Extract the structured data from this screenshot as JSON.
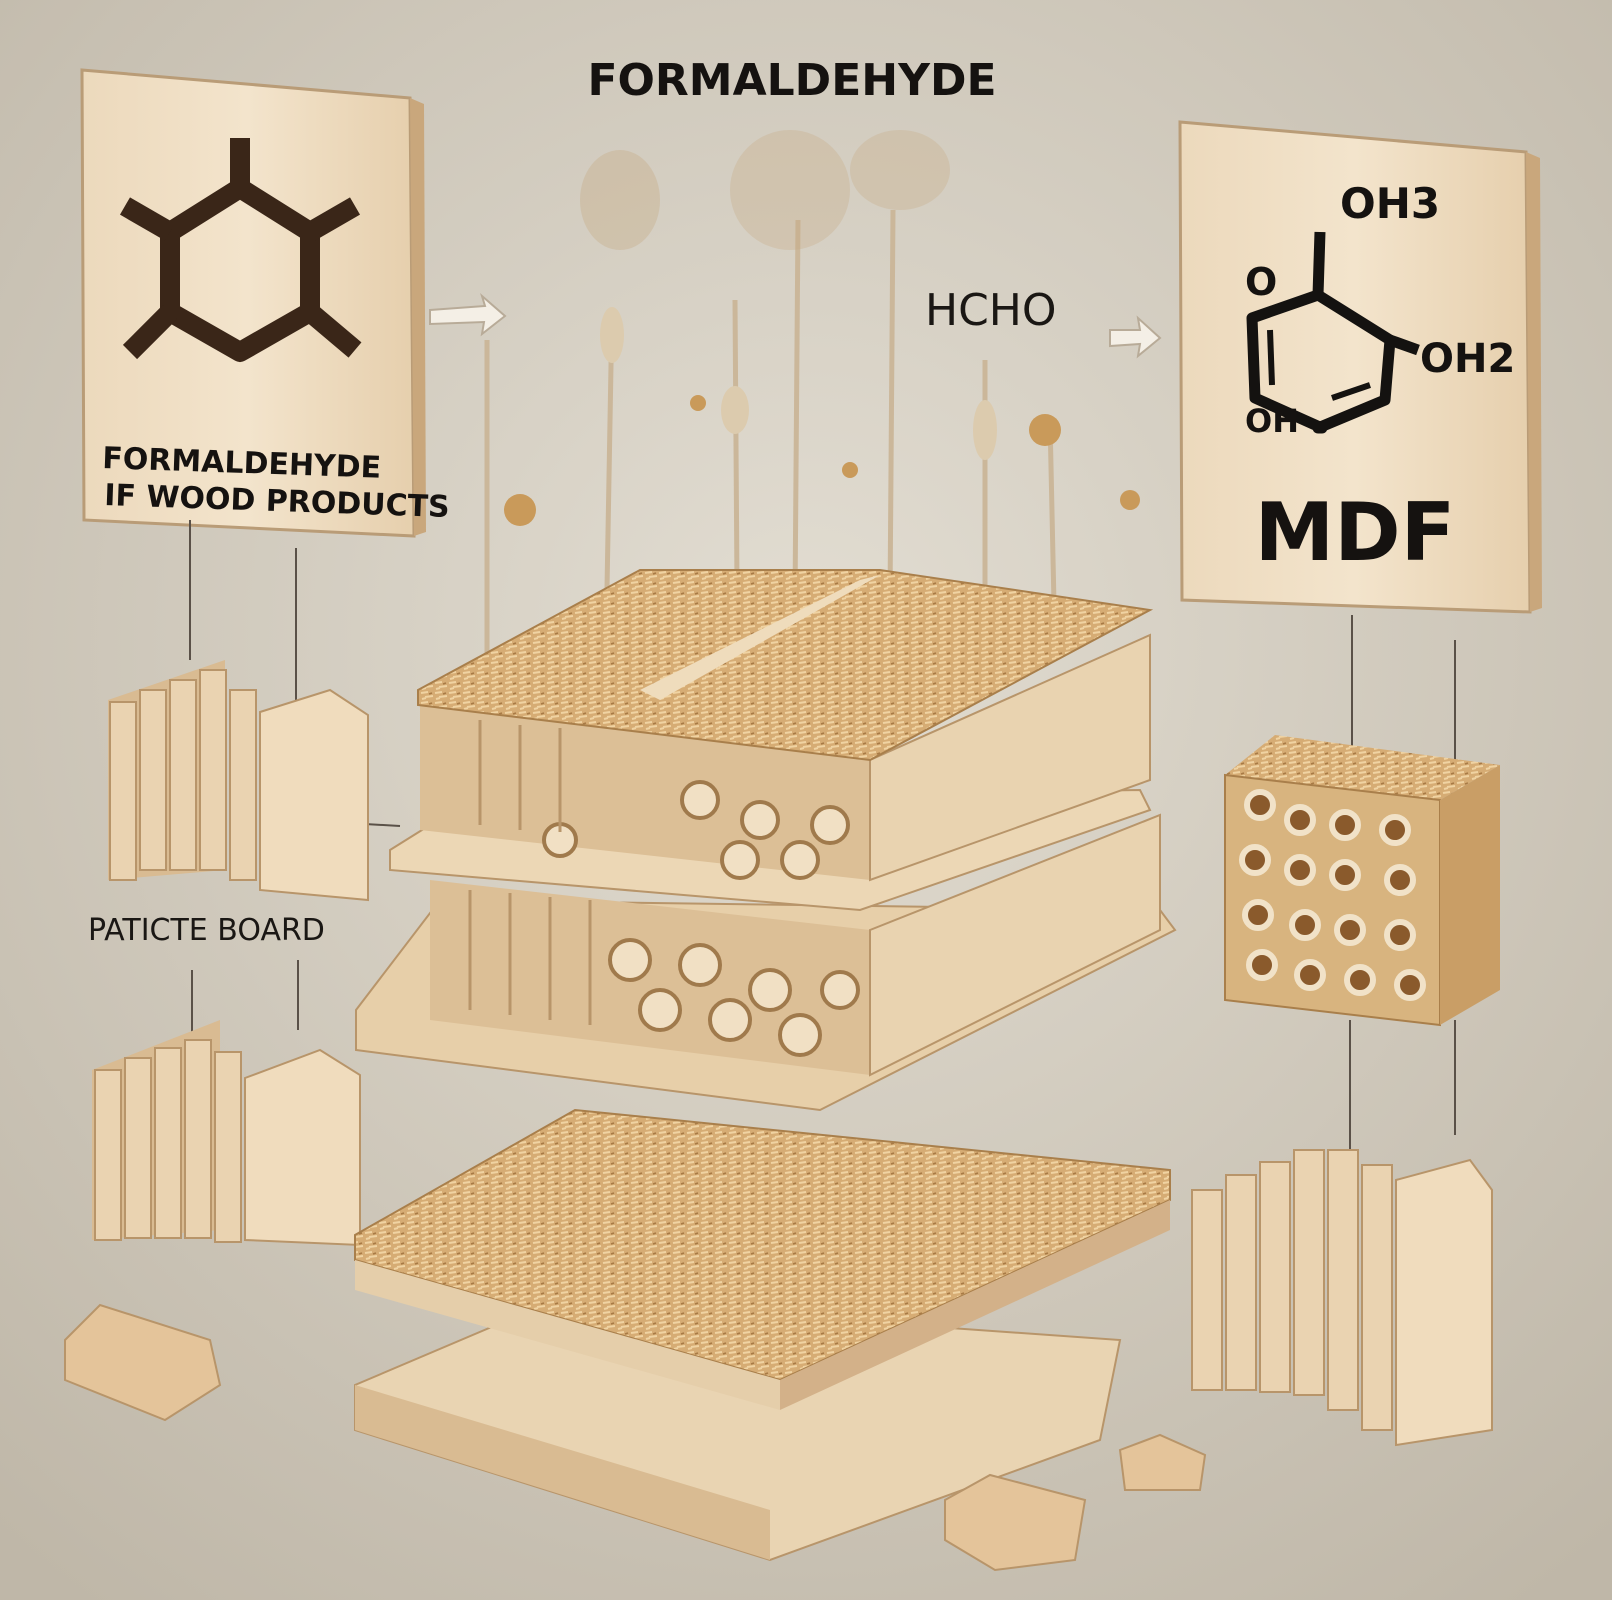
{
  "title": "FORMALDEHYDE",
  "left_sign": {
    "line1": "FORMALDEHYDE",
    "line2": "IF WOOD PRODUCTS",
    "icon": "hexagon-molecule-icon"
  },
  "hcho_label": "HCHO",
  "right_sign": {
    "group_top": "OH3",
    "group_left": "O",
    "group_right": "OH2",
    "group_bottom": "OH",
    "label": "MDF"
  },
  "particle_board_label": "PATICTE BOARD",
  "colors": {
    "background": "#d6d0c4",
    "wood_light": "#efdcc0",
    "wood_mid": "#dcbf96",
    "particle": "#d1a56c",
    "ink": "#151210"
  }
}
